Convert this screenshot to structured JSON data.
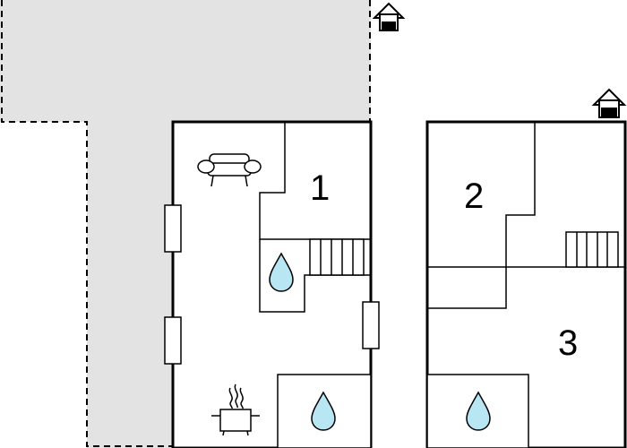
{
  "floor_plan": {
    "colors": {
      "outdoor_area": "#e3e3e3",
      "walls": "#000000",
      "interior": "#ffffff",
      "water": "#b8e6f2"
    },
    "room_labels": [
      "1",
      "2",
      "3"
    ],
    "icons": [
      "entrance-icon",
      "sofa-icon",
      "water-drop-icon",
      "cooking-pot-icon",
      "staircase-icon",
      "window-icon"
    ]
  }
}
